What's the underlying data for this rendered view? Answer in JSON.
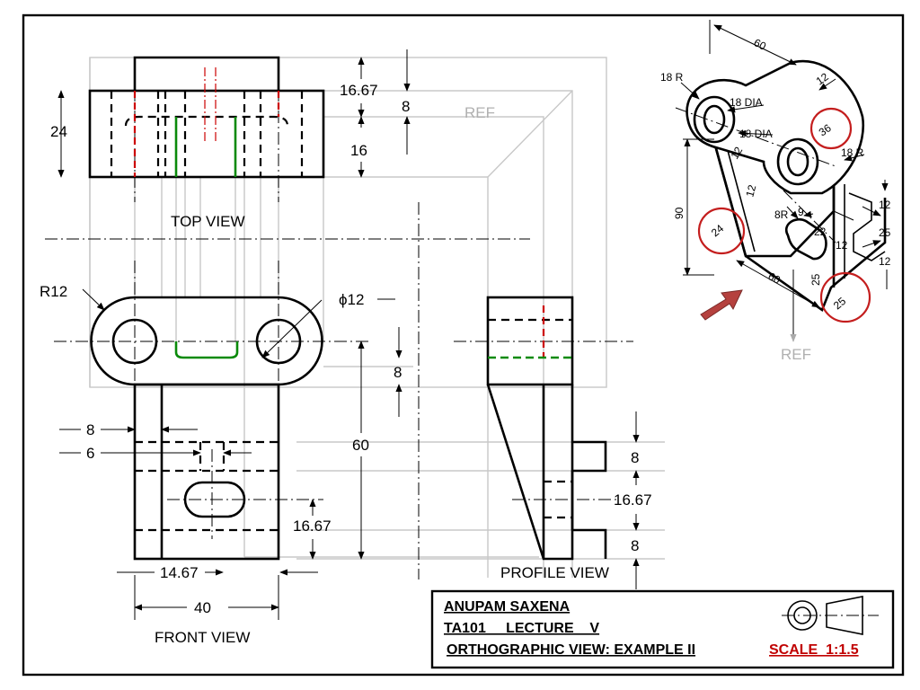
{
  "labels": {
    "top_view": "TOP VIEW",
    "front_view": "FRONT VIEW",
    "profile_view": "PROFILE VIEW",
    "ref": "REF"
  },
  "dims": {
    "top_16_67": "16.67",
    "top_8": "8",
    "top_16": "16",
    "top_24": "24",
    "r12": "R12",
    "phi12": "ϕ12",
    "front_8": "8",
    "front_6": "6",
    "front_60": "60",
    "front_8b": "8",
    "front_16_67": "16.67",
    "front_14_67": "14.67",
    "front_40": "40",
    "prof_8a": "8",
    "prof_16_67": "16.67",
    "prof_8b": "8"
  },
  "iso": {
    "d60_top": "60",
    "d12_top": "12",
    "r18": "18 R",
    "dia18a": "18 DIA",
    "dia18b": "18 DIA",
    "d36": "36",
    "r18b": "18 R",
    "d12a": "12",
    "d12b": "12",
    "d90": "90",
    "d24": "24",
    "d8r": "8R",
    "d9": "9",
    "d22": "22",
    "d12c": "12",
    "d25a": "25",
    "d12d": "12",
    "d12e": "12",
    "d60_bot": "60",
    "d25b": "25",
    "d25c": "25"
  },
  "title_block": {
    "author": "ANUPAM SAXENA",
    "course": "TA101     LECTURE    V",
    "subject": "ORTHOGRAPHIC VIEW: EXAMPLE II",
    "scale": "SCALE  1:1.5"
  },
  "colors": {
    "hidden_highlight": "#cc0000",
    "surface_highlight": "#0a8a0a",
    "annotation_circle": "#c41e1e",
    "arrow": "#b5413e"
  }
}
